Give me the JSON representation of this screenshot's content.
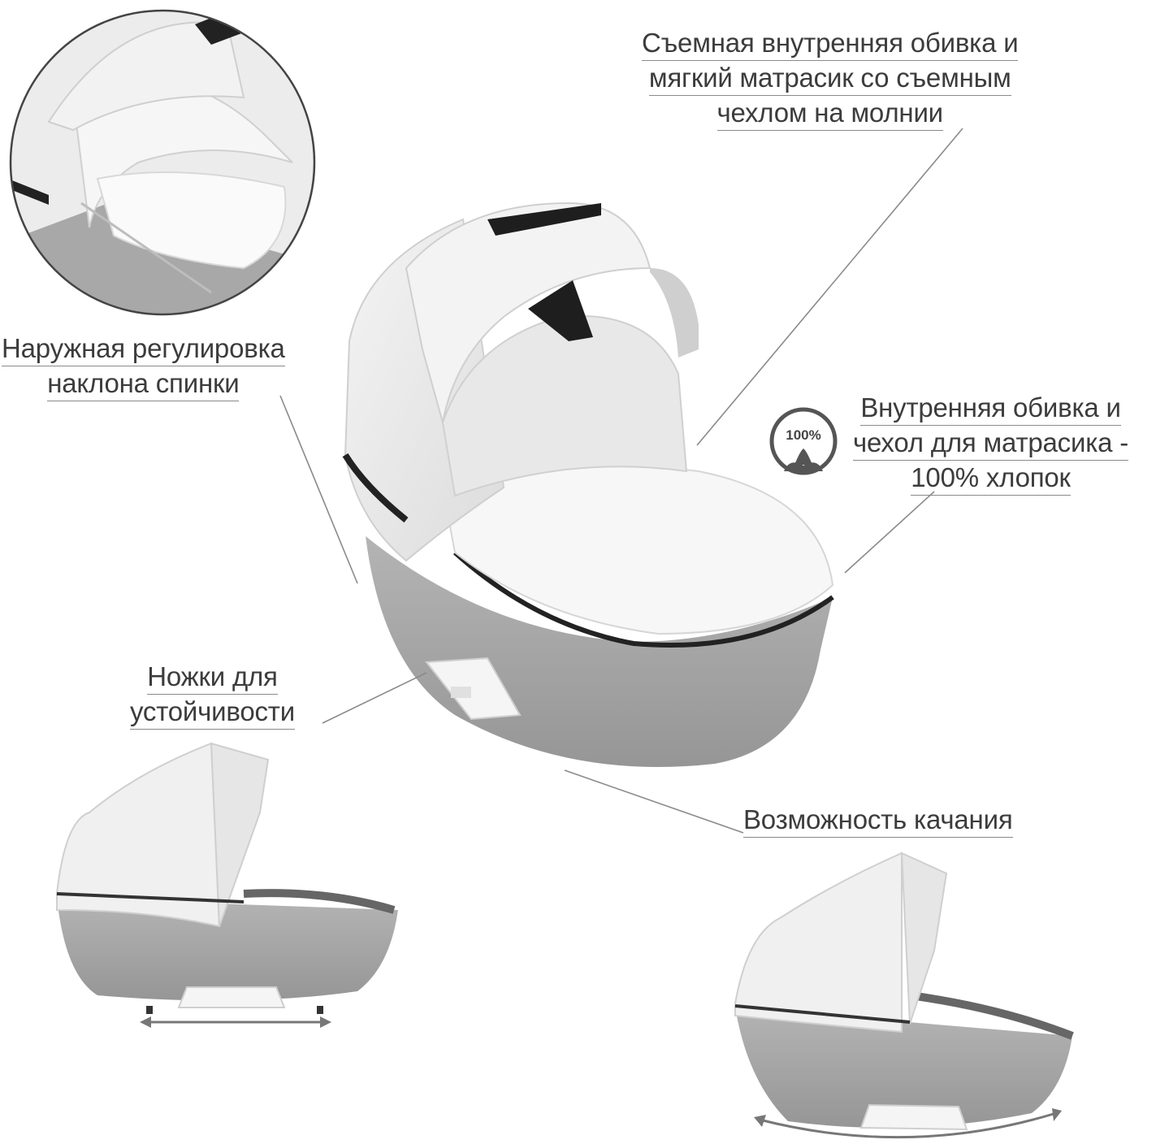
{
  "labels": {
    "removable_upholstery": [
      "Съемная внутренняя обивка и",
      "мягкий матрасик со съемным",
      "чехлом на молнии"
    ],
    "backrest_adjustment": [
      "Наружная регулировка",
      "наклона спинки"
    ],
    "cotton_upholstery": [
      "Внутренняя обивка и",
      "чехол для матрасика -",
      "100% хлопок"
    ],
    "stability_legs": [
      "Ножки для",
      "устойчивости"
    ],
    "rocking": [
      "Возможность качания"
    ]
  },
  "badge": {
    "text": "100%",
    "icon": "cotton-flower-icon"
  },
  "colors": {
    "text": "#3c3c3c",
    "leader_line": "#8a8a8a",
    "canopy": "#eeeeee",
    "body_gray": "#a5a5a5",
    "trim_dark": "#222222"
  }
}
